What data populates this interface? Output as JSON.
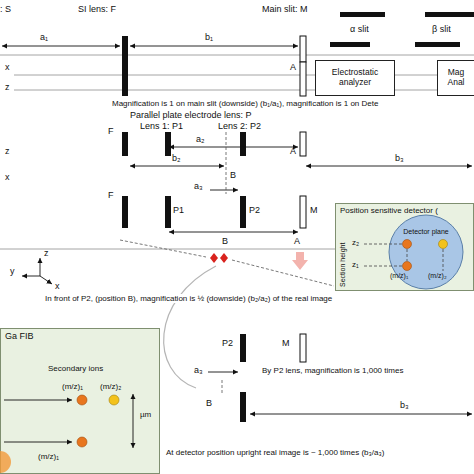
{
  "diagram": {
    "nodes": [
      {
        "text": [
          "Electrostatic analyzer"
        ]
      },
      {
        "text": [
          "Mag Anal"
        ]
      },
      {
        "text": [
          "Position sensitive detector ("
        ]
      },
      {
        "text": [
          "Detector plane"
        ],
        "in": 2
      },
      {
        "text": [
          "Ga FIB"
        ]
      }
    ],
    "labels": [
      ": S",
      "a₁",
      "SI lens: F",
      "b₁",
      "Main slit: M",
      "α slit",
      "β slit",
      "x",
      "z",
      "A",
      "Magnification is 1 on main slit (downside) (b₁/a₁), magnification is 1 on Dete",
      "Parallel plate electrode lens: P",
      "F",
      "Lens 1: P1",
      "Lens 2: P2",
      "a₂",
      "z",
      "b₂",
      "A",
      "b₃",
      "a₃",
      "B",
      "x",
      "F",
      "P1",
      "P2",
      "M",
      "B",
      "A",
      "z",
      "y",
      "x",
      "In front of P2, (position B), magnification is ½ (downside) (b₂/a₂) of the real image",
      "z₂",
      "z₁",
      "Section height",
      "(m/z)₁",
      "(m/z)₂",
      "Secondary ions",
      "(m/z)₁",
      "(m/z)₂",
      "µm",
      "(m/z)₁",
      "P2",
      "M",
      "a₃",
      "By P2 lens, magnification is 1,000 times",
      "B",
      "b₃",
      "At detector position upright real image is ~ 1,000 times (b₃/a₃)"
    ]
  }
}
